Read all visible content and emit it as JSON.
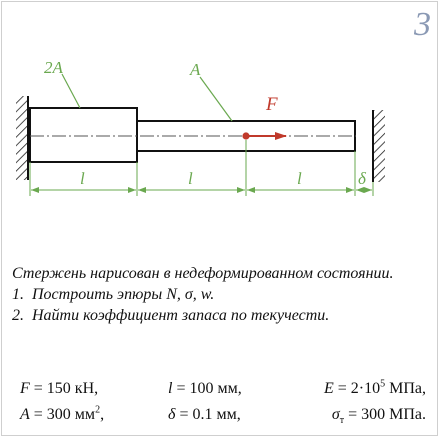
{
  "task_number": "3",
  "diagram": {
    "label_left_area": "2A",
    "label_right_area": "A",
    "label_force": "F",
    "dim_left": "l",
    "dim_middle": "l",
    "dim_right": "l",
    "dim_gap": "δ",
    "colors": {
      "bar": "#111111",
      "axis": "#555555",
      "dimension": "#6aa84f",
      "leader": "#6aa84f",
      "force": "#c0392b",
      "area_labels": "#6aa84f"
    }
  },
  "problem": {
    "statement": "Стержень нарисован в недеформированном состоянии.",
    "tasks": [
      {
        "num": "1.",
        "text": "Построить эпюры N, σ, w."
      },
      {
        "num": "2.",
        "text": "Найти коэффициент запаса по текучести."
      }
    ]
  },
  "params": {
    "F": {
      "sym": "F",
      "eq": " = 150 кН,"
    },
    "l": {
      "sym": "l",
      "eq": " = 100 мм,"
    },
    "E": {
      "sym": "E",
      "eq": " = 2·10",
      "exp": "5",
      "tail": " МПа,"
    },
    "A": {
      "sym": "A",
      "eq": " = 300 мм",
      "exp": "2",
      "tail": ","
    },
    "delta": {
      "sym": "δ",
      "eq": " = 0.1 мм,"
    },
    "sigma": {
      "sym": "σ",
      "sub": "т",
      "eq": " = 300 МПа."
    }
  }
}
